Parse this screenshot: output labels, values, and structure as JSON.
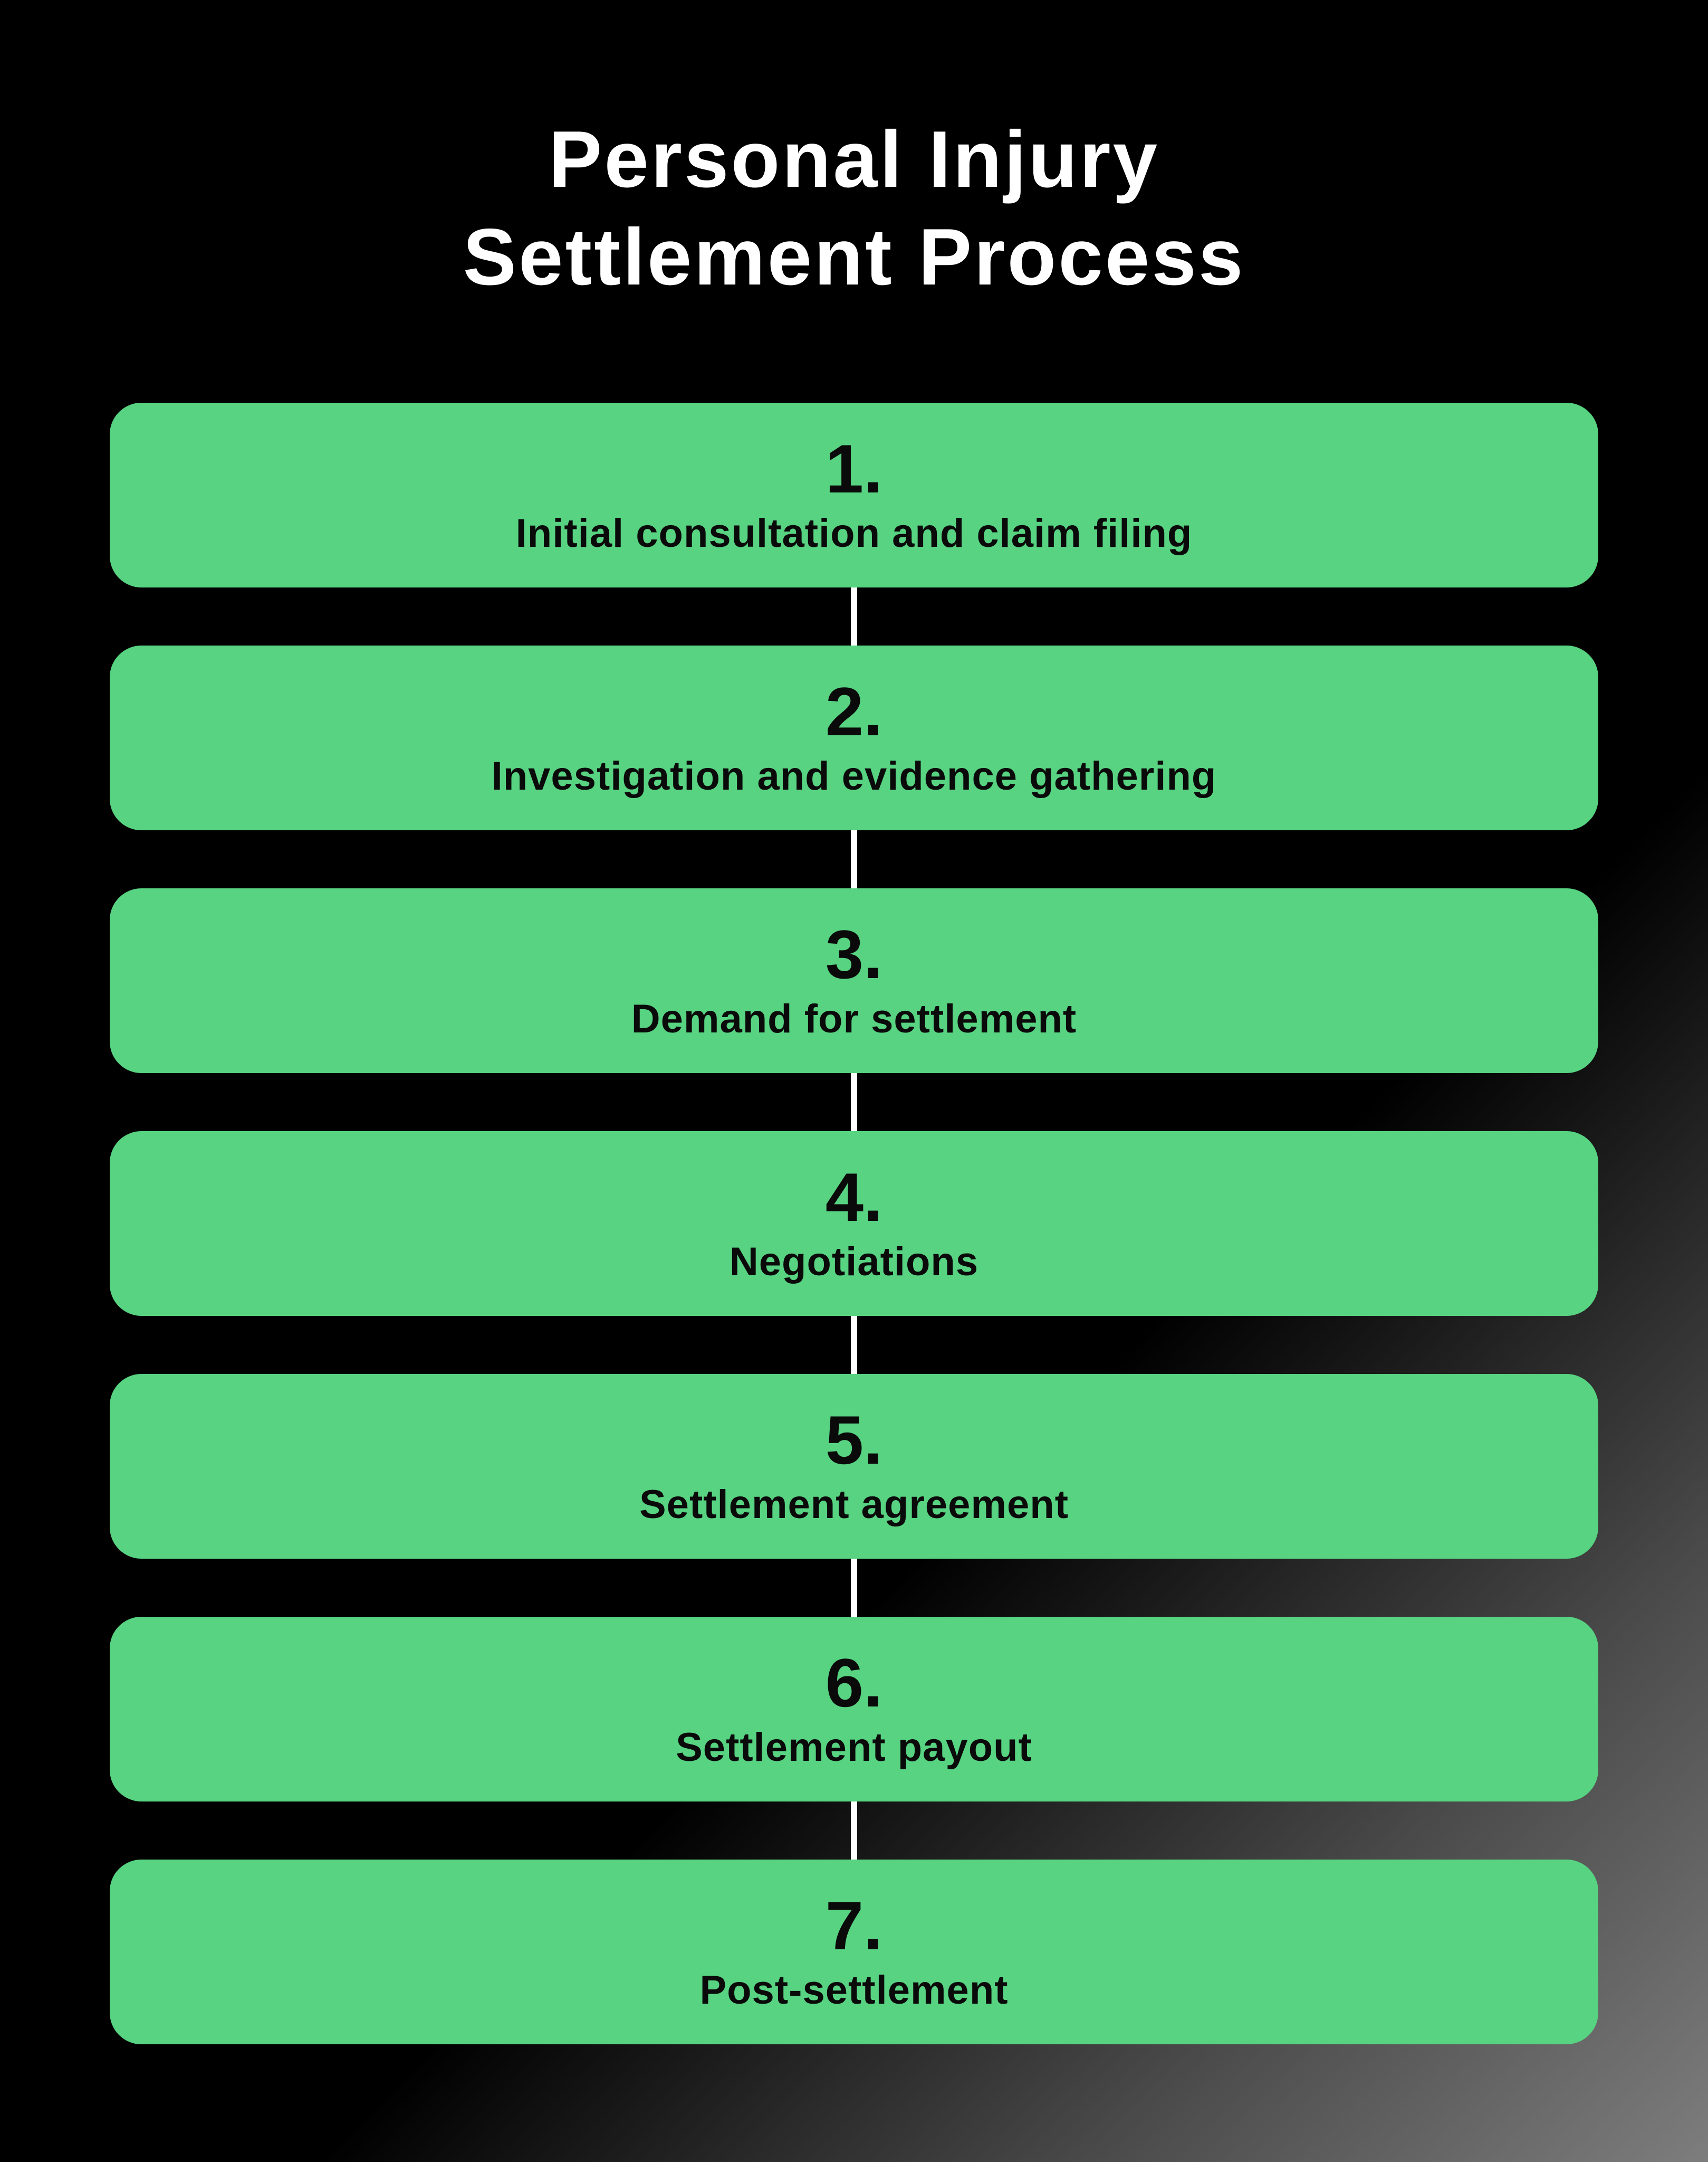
{
  "title": {
    "line1": "Personal Injury",
    "line2": "Settlement Process"
  },
  "steps": [
    {
      "number": "1.",
      "label": "Initial consultation and claim filing"
    },
    {
      "number": "2.",
      "label": "Investigation and evidence gathering"
    },
    {
      "number": "3.",
      "label": "Demand for settlement"
    },
    {
      "number": "4.",
      "label": "Negotiations"
    },
    {
      "number": "5.",
      "label": "Settlement agreement"
    },
    {
      "number": "6.",
      "label": "Settlement payout"
    },
    {
      "number": "7.",
      "label": "Post-settlement"
    }
  ],
  "colors": {
    "background_start": "#000000",
    "background_end": "#7d7d7d",
    "box_green": "#57d381",
    "box_text": "#0a0a0a",
    "title_text": "#ffffff",
    "connector": "#ffffff"
  }
}
